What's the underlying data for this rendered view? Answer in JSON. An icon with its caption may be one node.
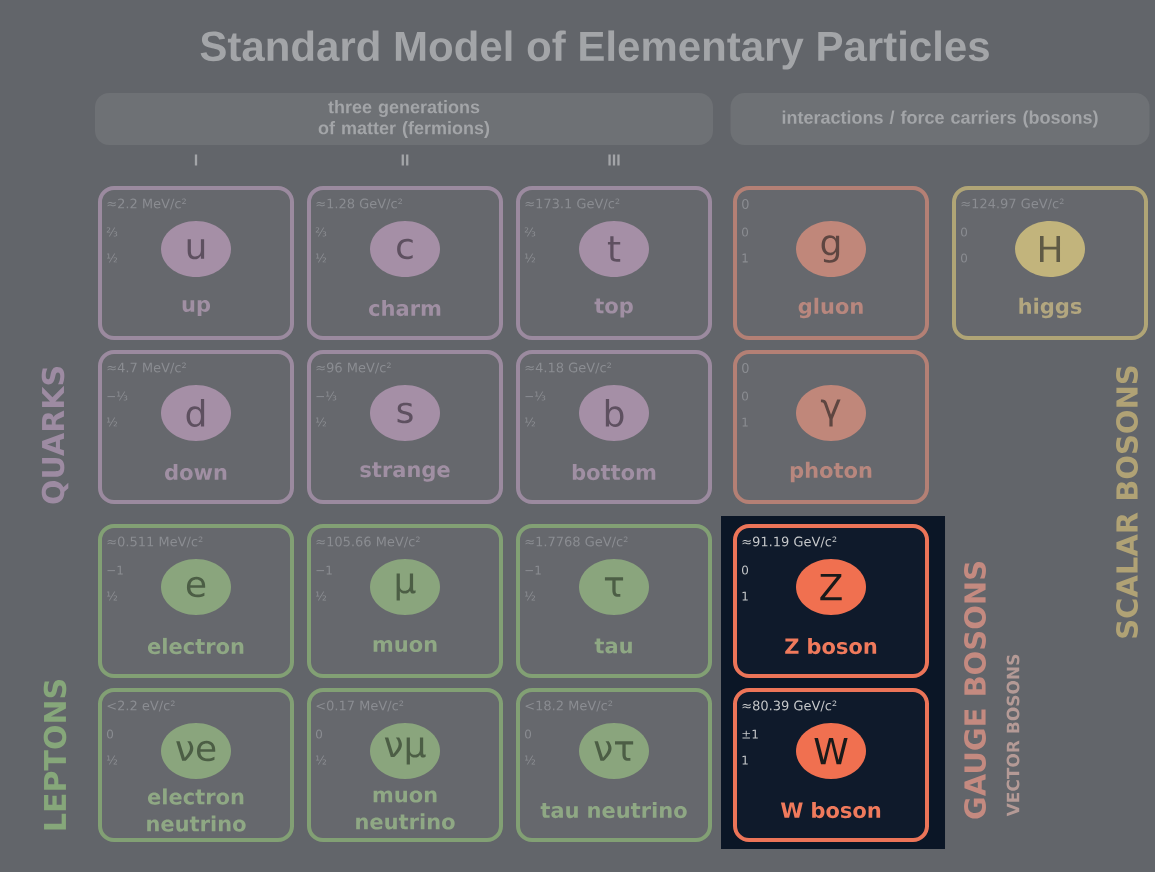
{
  "diagram": {
    "title": "Standard Model of Elementary Particles",
    "nodes": [
      {
        "text": [
          "three generations of matter (fermions)"
        ]
      },
      {
        "text": [
          "interactions / force carriers (bosons)"
        ]
      },
      {
        "text": [
          "≈2.2 MeV/c²",
          "⅔",
          "½",
          "up"
        ]
      },
      {
        "text": [
          "u"
        ],
        "in": 2
      },
      {
        "text": [
          "≈1.28 GeV/c²",
          "⅔",
          "½",
          "charm"
        ]
      },
      {
        "text": [
          "c"
        ],
        "in": 4
      },
      {
        "text": [
          "≈173.1 GeV/c²",
          "⅔",
          "½",
          "top"
        ]
      },
      {
        "text": [
          "t"
        ],
        "in": 6
      },
      {
        "text": [
          "0",
          "0",
          "1",
          "gluon"
        ]
      },
      {
        "text": [
          "g"
        ],
        "in": 8
      },
      {
        "text": [
          "≈124.97 GeV/c²",
          "0",
          "0",
          "higgs"
        ]
      },
      {
        "text": [
          "H"
        ],
        "in": 10
      },
      {
        "text": [
          "≈4.7 MeV/c²",
          "−⅓",
          "½",
          "down"
        ]
      },
      {
        "text": [
          "d"
        ],
        "in": 12
      },
      {
        "text": [
          "≈96 MeV/c²",
          "−⅓",
          "½",
          "strange"
        ]
      },
      {
        "text": [
          "s"
        ],
        "in": 14
      },
      {
        "text": [
          "≈4.18 GeV/c²",
          "−⅓",
          "½",
          "bottom"
        ]
      },
      {
        "text": [
          "b"
        ],
        "in": 16
      },
      {
        "text": [
          "0",
          "0",
          "1",
          "photon"
        ]
      },
      {
        "text": [
          "γ"
        ],
        "in": 18
      },
      {
        "text": [
          "≈0.511 MeV/c²",
          "−1",
          "½",
          "electron"
        ]
      },
      {
        "text": [
          "e"
        ],
        "in": 20
      },
      {
        "text": [
          "≈105.66 MeV/c²",
          "−1",
          "½",
          "muon"
        ]
      },
      {
        "text": [
          "μ"
        ],
        "in": 22
      },
      {
        "text": [
          "≈1.7768 GeV/c²",
          "−1",
          "½",
          "tau"
        ]
      },
      {
        "text": [
          "τ"
        ],
        "in": 24
      },
      {
        "text": [
          "≈91.19 GeV/c²",
          "0",
          "1",
          "Z boson"
        ]
      },
      {
        "text": [
          "Z"
        ],
        "in": 26
      },
      {
        "text": [
          "<2.2 eV/c²",
          "0",
          "½",
          "electron neutrino"
        ]
      },
      {
        "text": [
          "νe"
        ],
        "in": 28
      },
      {
        "text": [
          "<0.17 MeV/c²",
          "0",
          "½",
          "muon neutrino"
        ]
      },
      {
        "text": [
          "νμ"
        ],
        "in": 30
      },
      {
        "text": [
          "<18.2 MeV/c²",
          "0",
          "½",
          "tau neutrino"
        ]
      },
      {
        "text": [
          "ντ"
        ],
        "in": 32
      },
      {
        "text": [
          "≈80.39 GeV/c²",
          "±1",
          "1",
          "W boson"
        ]
      },
      {
        "text": [
          "W"
        ],
        "in": 34
      }
    ],
    "labels": [
      "I",
      "II",
      "III",
      "QUARKS",
      "SCALAR BOSONS",
      "GAUGE BOSONS",
      "VECTOR BOSONS",
      "LEPTONS"
    ]
  }
}
